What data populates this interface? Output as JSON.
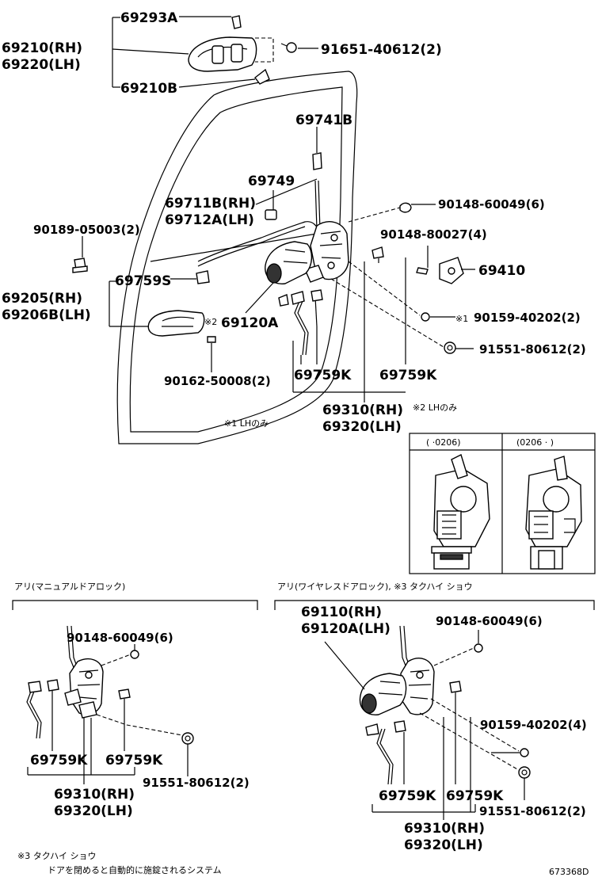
{
  "labels": {
    "p69293A": "69293A",
    "p69210rh": "69210(RH)",
    "p69220lh": "69220(LH)",
    "p69210B": "69210B",
    "p9165140612": "91651-40612(2)",
    "p69741B": "69741B",
    "p69749": "69749",
    "p69711Brh": "69711B(RH)",
    "p69712Alh": "69712A(LH)",
    "p9014860049a": "90148-60049(6)",
    "p9018905003": "90189-05003(2)",
    "p9014880027": "90148-80027(4)",
    "p69410": "69410",
    "p69759Sa": "69759S",
    "p69205rh": "69205(RH)",
    "p69206Blh": "69206B(LH)",
    "p69120Aa": "69120A",
    "mark2a": "※2",
    "mark1a": "※1",
    "p9015940202a": "90159-40202(2)",
    "p9155180612a": "91551-80612(2)",
    "p9016250008": "90162-50008(2)",
    "p69759Ka": "69759K",
    "p69759Kb": "69759K",
    "p69310rha": "69310(RH)",
    "p69320lha": "69320(LH)",
    "note1": "※1 LHのみ",
    "note2": "※2 LHのみ",
    "inset_left_hdr": "(    ·0206)",
    "inset_right_hdr": "(0206    ·    )",
    "sec_manual": "アリ(マニュアルドアロック)",
    "sec_wireless": "アリ(ワイヤレスドアロック), ※3 タクハイ ショウ",
    "p9014860049b": "90148-60049(6)",
    "p69759Kc": "69759K",
    "p69759Kd": "69759K",
    "p69310rhb": "69310(RH)",
    "p69320lhb": "69320(LH)",
    "p9155180612b": "91551-80612(2)",
    "p69110rh": "69110(RH)",
    "p69120Alh": "69120A(LH)",
    "p9014860049c": "90148-60049(6)",
    "p9015940202b": "90159-40202(4)",
    "p69759Ke": "69759K",
    "p69759Kf": "69759K",
    "p9155180612c": "91551-80612(2)",
    "p69310rhc": "69310(RH)",
    "p69320lhc": "69320(LH)",
    "foot_mark": "※3 タクハイ ショウ",
    "foot_desc": "ドアを閉めると自動的に施錠されるシステム",
    "drawing_no": "673368D"
  }
}
